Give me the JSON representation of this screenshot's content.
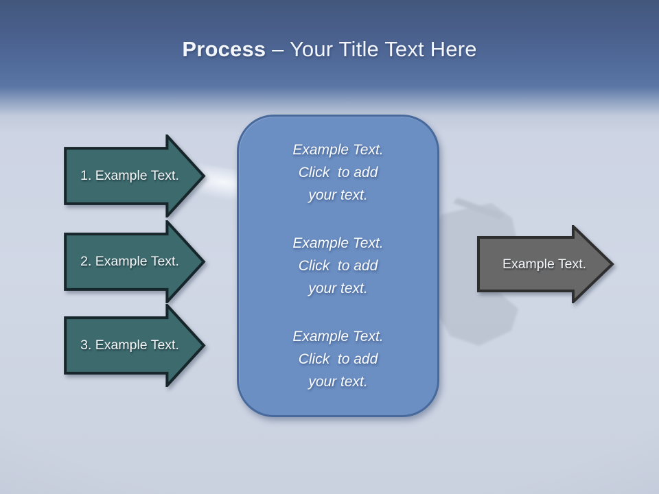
{
  "title": {
    "emphasis": "Process",
    "rest": " – Your Title Text Here"
  },
  "left_arrows": [
    {
      "label": "1. Example Text."
    },
    {
      "label": "2. Example Text."
    },
    {
      "label": "3. Example Text."
    }
  ],
  "center_box": {
    "blocks": [
      {
        "lines": [
          "Example Text.",
          "Click  to add",
          "your text."
        ]
      },
      {
        "lines": [
          "Example Text.",
          "Click  to add",
          "your text."
        ]
      },
      {
        "lines": [
          "Example Text.",
          "Click  to add",
          "your text."
        ]
      }
    ]
  },
  "right_arrow": {
    "label": "Example Text."
  },
  "background": {
    "motif": "faint jet fighter silhouette with contrail in hazy sky"
  },
  "colors": {
    "header_blue_top": "#44587d",
    "header_blue": "#54709f",
    "sky": "#cdd4e3",
    "teal_arrow_fill": "#3c6a6d",
    "teal_arrow_border": "#17262b",
    "gray_arrow_fill": "#686868",
    "gray_arrow_border": "#2e2e2e",
    "box_fill": "#6b8ec3",
    "box_border": "#48699b",
    "text": "#ffffff"
  }
}
